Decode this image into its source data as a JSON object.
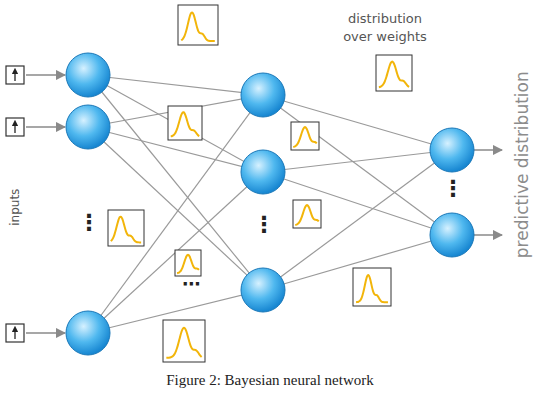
{
  "diagram": {
    "caption": "Figure 2: Bayesian neural network",
    "labels": [
      "distribution over weights",
      "inputs",
      "predictive distribution",
      "⋮",
      "⋮",
      "⋮",
      "⋯"
    ]
  }
}
